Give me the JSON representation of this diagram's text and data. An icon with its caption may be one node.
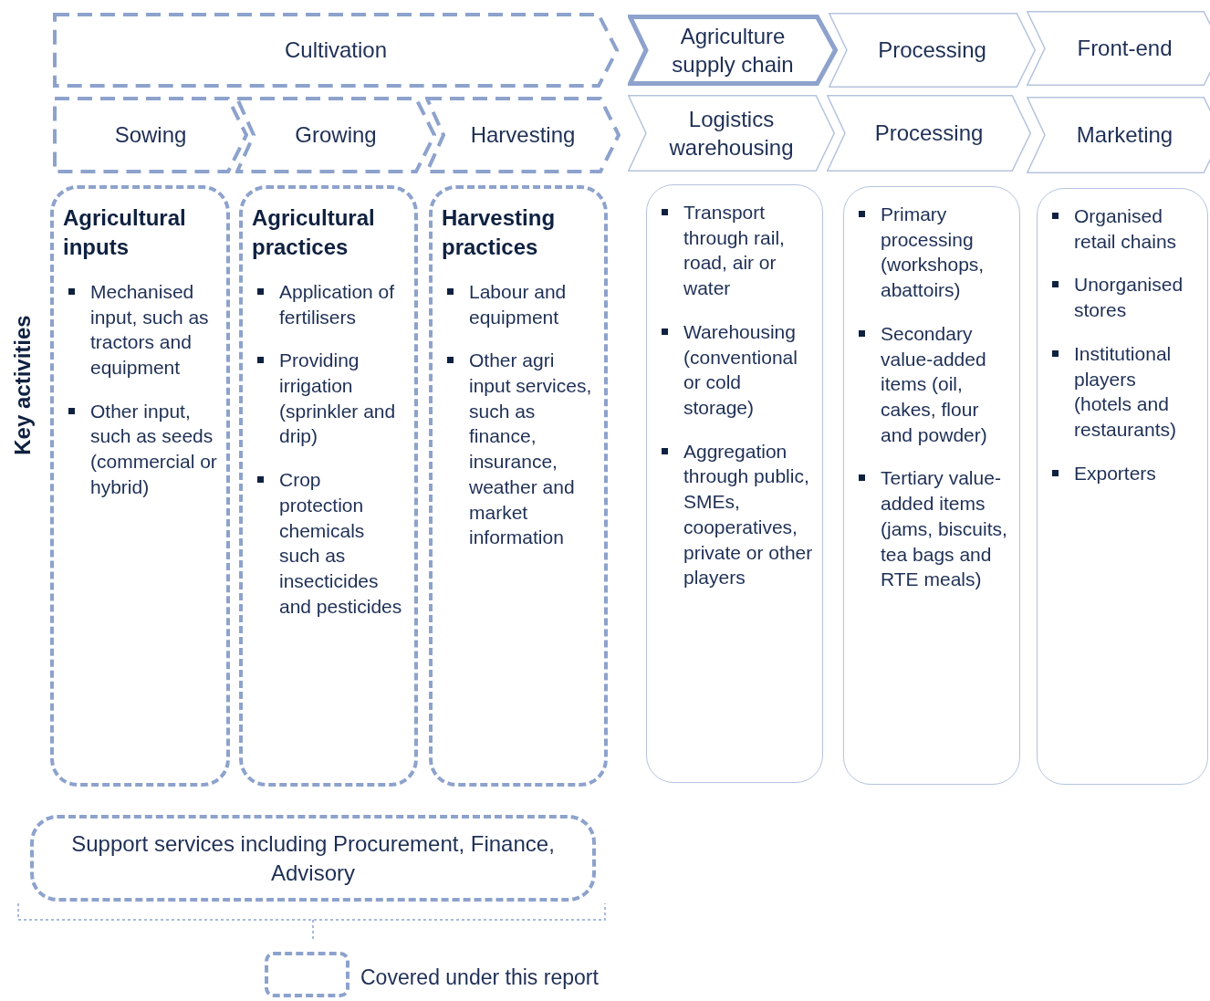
{
  "diagram": {
    "nodes": [
      {
        "text": [
          "Cultivation"
        ]
      },
      {
        "text": [
          "Agriculture supply chain"
        ]
      },
      {
        "text": [
          "Processing"
        ]
      },
      {
        "text": [
          "Front-end"
        ]
      },
      {
        "text": [
          "Sowing"
        ]
      },
      {
        "text": [
          "Growing"
        ]
      },
      {
        "text": [
          "Harvesting"
        ]
      },
      {
        "text": [
          "Logistics warehousing"
        ]
      },
      {
        "text": [
          "Processing"
        ]
      },
      {
        "text": [
          "Marketing"
        ]
      },
      {
        "text": [
          "Agricultural inputs",
          "Mechanised input, such as tractors and equipment",
          "Other input, such as seeds (commercial or hybrid)"
        ]
      },
      {
        "text": [
          "Agricultural practices",
          "Application of fertilisers",
          "Providing irrigation (sprinkler and drip)",
          "Crop protection chemicals such as insecticides and pesticides"
        ]
      },
      {
        "text": [
          "Harvesting practices",
          "Labour and equipment",
          "Other agri input services, such as finance, insurance, weather and market information"
        ]
      },
      {
        "text": [
          "Transport through rail, road, air or water",
          "Warehousing (conventional or cold storage)",
          "Aggregation through public, SMEs, cooperatives, private or other players"
        ]
      },
      {
        "text": [
          "Primary processing (workshops, abattoirs)",
          "Secondary value-added items (oil, cakes, flour and powder)",
          "Tertiary value-added items (jams, biscuits, tea bags and RTE meals)"
        ]
      },
      {
        "text": [
          "Organised retail chains",
          "Unorganised stores",
          "Institutional players (hotels and restaurants)",
          "Exporters"
        ]
      },
      {
        "text": [
          "Support services including Procurement, Finance, Advisory"
        ]
      }
    ],
    "labels": [
      "Key activities"
    ],
    "legend": [
      {
        "text": "Covered under this report"
      }
    ]
  }
}
